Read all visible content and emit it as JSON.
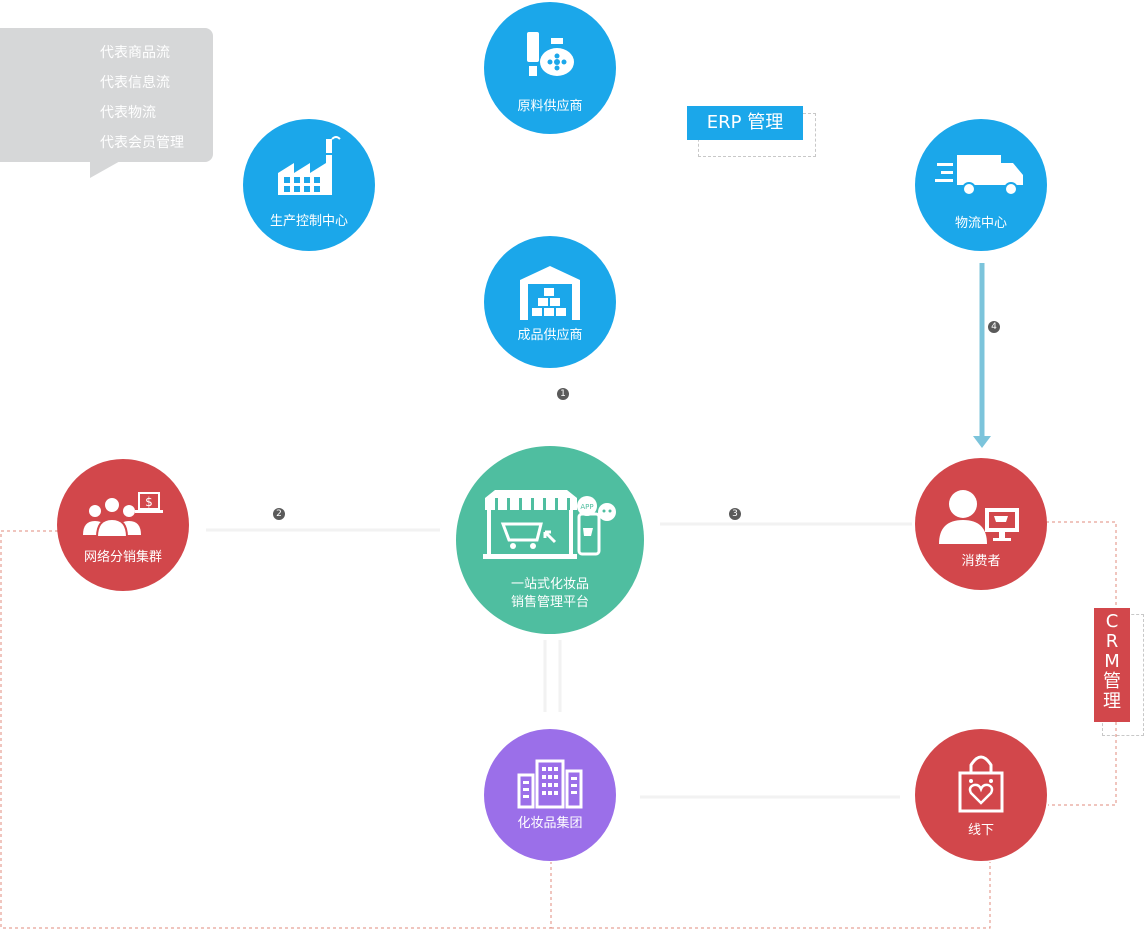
{
  "legend": {
    "items": [
      {
        "label": "代表商品流",
        "style": "solid-white-arrow"
      },
      {
        "label": "代表信息流",
        "style": "dashed-white-arrow"
      },
      {
        "label": "代表物流",
        "style": "solid-blue-arrow"
      },
      {
        "label": "代表会员管理",
        "style": "dashed-red-line"
      }
    ]
  },
  "nodes": {
    "raw_supplier": {
      "label": "原料供应商",
      "icon": "cosmetics-bottles-icon",
      "color": "#1ba7ea"
    },
    "production_center": {
      "label": "生产控制中心",
      "icon": "factory-icon",
      "color": "#1ba7ea"
    },
    "finished_supplier": {
      "label": "成品供应商",
      "icon": "warehouse-icon",
      "color": "#1ba7ea"
    },
    "logistics_center": {
      "label": "物流中心",
      "icon": "delivery-truck-icon",
      "color": "#1ba7ea"
    },
    "distribution_cluster": {
      "label": "网络分销集群",
      "icon": "team-dollar-laptop-icon",
      "color": "#d2474b"
    },
    "platform": {
      "label_line1": "一站式化妆品",
      "label_line2": "销售管理平台",
      "icon": "storefront-app-icon",
      "color": "#4fbea0"
    },
    "consumer": {
      "label": "消费者",
      "icon": "user-cart-icon",
      "color": "#d2474b"
    },
    "cosmetics_group": {
      "label": "化妆品集团",
      "icon": "office-buildings-icon",
      "color": "#9b6fe9"
    },
    "offline": {
      "label": "线下",
      "icon": "shopping-bag-heart-icon",
      "color": "#d2474b"
    }
  },
  "tags": {
    "erp": "ERP 管理",
    "crm": [
      "C",
      "R",
      "M",
      "管",
      "理"
    ]
  },
  "steps": [
    "1",
    "2",
    "3",
    "4"
  ],
  "colors": {
    "blue": "#1ba7ea",
    "red": "#d2474b",
    "green": "#4fbea0",
    "purple": "#9b6fe9",
    "logistics_line": "#7cc4db",
    "member_line": "#e28b7d"
  }
}
